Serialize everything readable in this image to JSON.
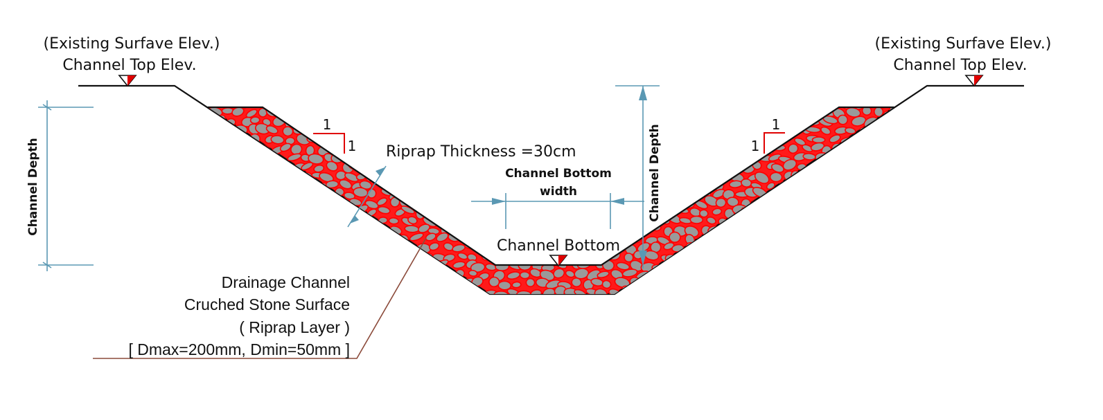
{
  "labels": {
    "left_surface": "(Existing Surfave Elev.)",
    "left_top": "Channel Top Elev.",
    "right_surface": "(Existing Surfave Elev.)",
    "right_top": "Channel Top Elev.",
    "left_depth": "Channel Depth",
    "right_depth": "Channel Depth",
    "riprap_thickness": "Riprap Thickness =30cm",
    "bottom_width_line1": "Channel Bottom",
    "bottom_width_line2": "width",
    "channel_bottom": "Channel Bottom",
    "note_line1": "Drainage Channel",
    "note_line2": "Cruched Stone Surface",
    "note_line3": "( Riprap Layer )",
    "note_line4": "[ Dmax=200mm, Dmin=50mm ]",
    "slope_left_h": "1",
    "slope_left_v": "1",
    "slope_right_h": "1",
    "slope_right_v": "1"
  },
  "colors": {
    "line": "#111111",
    "dimension": "#5a98b3",
    "stone_fill": "#9a9a9a",
    "stone_outline": "#ff0000",
    "leader": "#8b4a3a",
    "marker_fill": "#e00000"
  },
  "icons": {
    "elevation_marker": "triangle-down-elevation-icon",
    "slope_indicator": "slope-ratio-icon"
  }
}
